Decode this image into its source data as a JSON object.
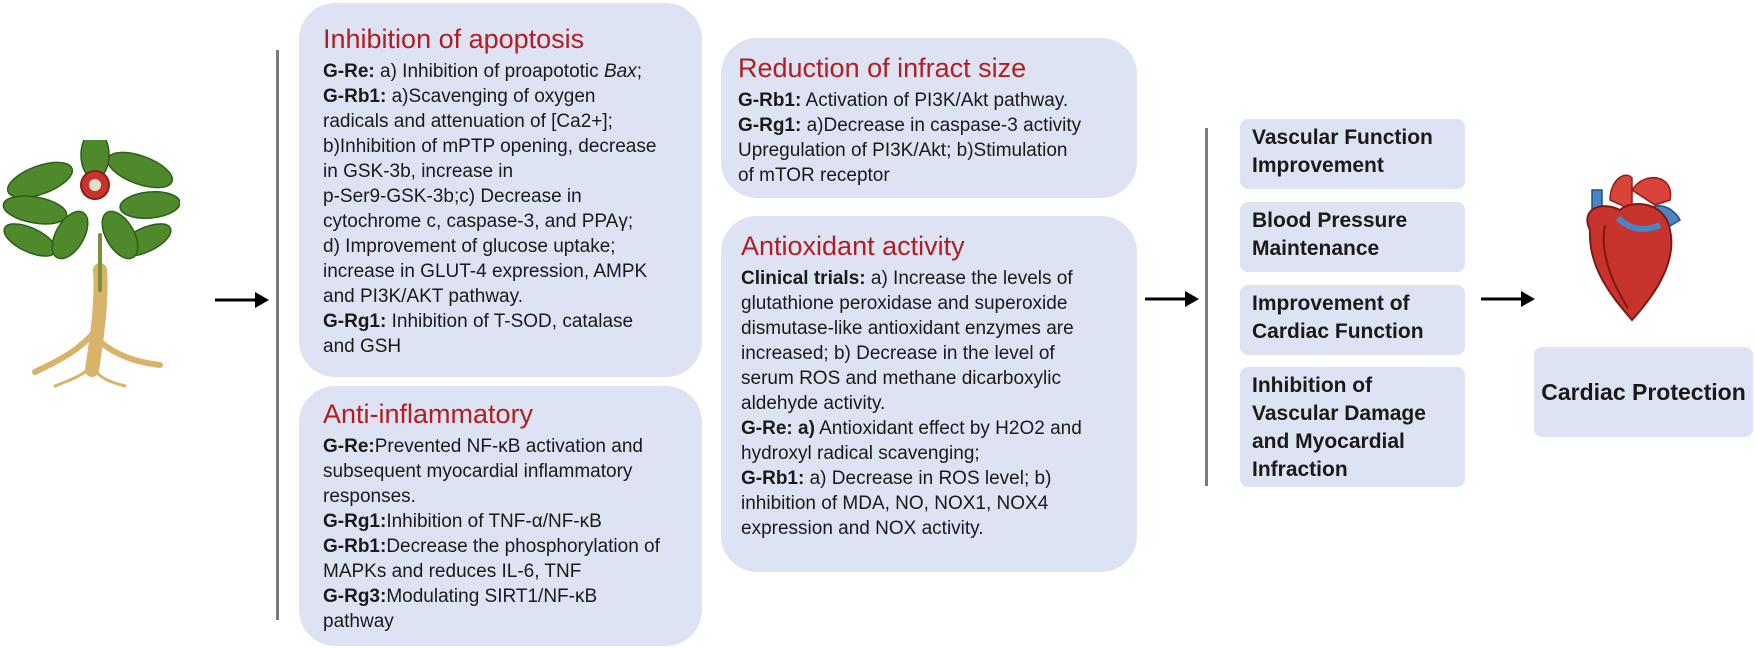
{
  "apoptosis": {
    "title": "Inhibition of apoptosis",
    "lines": [
      {
        "b": "G-Re:",
        "t": " a) Inhibition of proapototic ",
        "i": "Bax",
        "t2": ";"
      },
      {
        "b": "G-Rb1:",
        "t": " a)Scavenging of oxygen"
      },
      {
        "t": "radicals and attenuation of [Ca2+];"
      },
      {
        "t": "b)Inhibition of mPTP opening, decrease"
      },
      {
        "t": "in GSK-3b, increase in"
      },
      {
        "t": "p-Ser9-GSK-3b;c) Decrease in"
      },
      {
        "t": "cytochrome c, caspase-3, and PPAγ;"
      },
      {
        "t": "d) Improvement of glucose uptake;"
      },
      {
        "t": "increase in GLUT-4 expression, AMPK"
      },
      {
        "t": "and PI3K/AKT pathway."
      },
      {
        "b": "G-Rg1:",
        "t": " Inhibition of T-SOD, catalase"
      },
      {
        "t": "and GSH"
      }
    ]
  },
  "anti_inflammatory": {
    "title": "Anti-inflammatory",
    "lines": [
      {
        "b": "G-Re:",
        "t": "Prevented NF-κB activation and"
      },
      {
        "t": "subsequent myocardial inflammatory"
      },
      {
        "t": "responses."
      },
      {
        "b": "G-Rg1:",
        "t": "Inhibition of TNF-α/NF-κB"
      },
      {
        "b": "G-Rb1:",
        "t": "Decrease the phosphorylation of"
      },
      {
        "t": "MAPKs and reduces IL-6, TNF"
      },
      {
        "b": "G-Rg3:",
        "t": "Modulating SIRT1/NF-κB"
      },
      {
        "t": "pathway"
      }
    ]
  },
  "infarct": {
    "title": "Reduction of infract size",
    "lines": [
      {
        "b": "G-Rb1:",
        "t": " Activation of PI3K/Akt pathway."
      },
      {
        "b": "G-Rg1:",
        "t": " a)Decrease in caspase-3 activity"
      },
      {
        "t": "Upregulation of PI3K/Akt; b)Stimulation"
      },
      {
        "t": "of mTOR receptor"
      }
    ]
  },
  "antioxidant": {
    "title": "Antioxidant activity",
    "lines": [
      {
        "b": "Clinical trials:",
        "t": " a) Increase the levels of"
      },
      {
        "t": "glutathione peroxidase and superoxide"
      },
      {
        "t": "dismutase-like antioxidant enzymes are"
      },
      {
        "t": "increased; b) Decrease in the level of"
      },
      {
        "t": "serum ROS and methane dicarboxylic"
      },
      {
        "t": "aldehyde activity."
      },
      {
        "b": "G-Re: a)",
        "t": " Antioxidant effect by H2O2 and"
      },
      {
        "t": "hydroxyl radical scavenging;"
      },
      {
        "b": "G-Rb1:",
        "t": " a) Decrease in ROS level; b)"
      },
      {
        "t": "inhibition of MDA, NO, NOX1, NOX4"
      },
      {
        "t": "expression and NOX activity."
      }
    ]
  },
  "outcomes": [
    "Vascular Function Improvement",
    "Blood Pressure Maintenance",
    "Improvement of Cardiac Function",
    "Inhibition of Vascular Damage and Myocardial Infraction"
  ],
  "final": "Cardiac Protection",
  "colors": {
    "panel": "#dde3f2",
    "title_red": "#b01e23",
    "bar": "#7a7a7a"
  }
}
